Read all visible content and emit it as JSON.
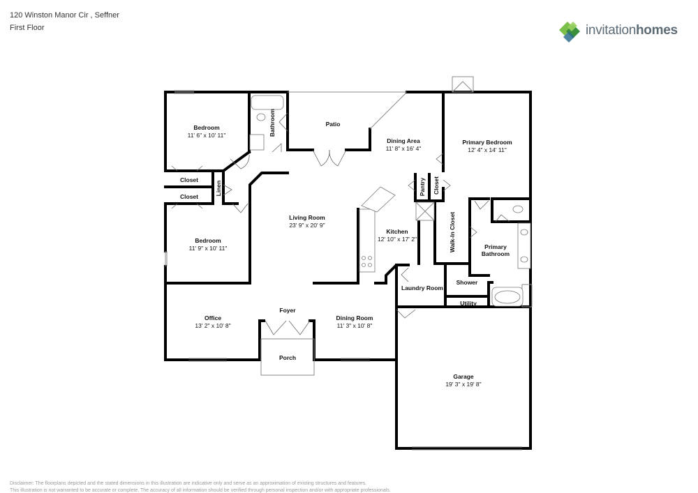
{
  "header": {
    "address": "120 Winston Manor Cir , Seffner",
    "floor": "First Floor"
  },
  "logo": {
    "brand_light": "invitation",
    "brand_bold": "homes",
    "text_color": "#5d6b75",
    "accent_colors": [
      "#3a8f3c",
      "#7cc04b",
      "#2f6e8c"
    ]
  },
  "rooms": {
    "bedroom1": {
      "name": "Bedroom",
      "dims": "11' 6\" x 10' 11\""
    },
    "bathroom": {
      "name": "Bathroom"
    },
    "patio": {
      "name": "Patio"
    },
    "dining_area": {
      "name": "Dining Area",
      "dims": "11' 8\" x 16' 4\""
    },
    "primary_bedroom": {
      "name": "Primary Bedroom",
      "dims": "12' 4\" x 14' 11\""
    },
    "closet1": {
      "name": "Closet"
    },
    "linen": {
      "name": "Linen"
    },
    "closet2": {
      "name": "Closet"
    },
    "pantry": {
      "name": "Pantry"
    },
    "closet3": {
      "name": "Closet"
    },
    "living_room": {
      "name": "Living Room",
      "dims": "23' 9\" x 20' 9\""
    },
    "kitchen": {
      "name": "Kitchen",
      "dims": "12' 10\" x 17' 2\""
    },
    "walk_in_closet": {
      "name": "Walk-In Closet"
    },
    "primary_bathroom": {
      "name1": "Primary",
      "name2": "Bathroom"
    },
    "bedroom2": {
      "name": "Bedroom",
      "dims": "11' 9\" x 10' 11\""
    },
    "laundry": {
      "name": "Laundry Room"
    },
    "shower": {
      "name": "Shower"
    },
    "utility": {
      "name": "Utility"
    },
    "foyer": {
      "name": "Foyer"
    },
    "office": {
      "name": "Office",
      "dims": "13' 2\" x 10' 8\""
    },
    "dining_room": {
      "name": "Dining Room",
      "dims": "11' 3\" x 10' 8\""
    },
    "porch": {
      "name": "Porch"
    },
    "garage": {
      "name": "Garage",
      "dims": "19' 3\" x 19' 8\""
    }
  },
  "disclaimer": {
    "line1": "Disclaimer: The floorplans depicted and the stated dimensions in this illustration are indicative only and serve as an approximation of existing structures and features.",
    "line2": "This illustration is not warranted to be accurate or complete. The accuracy of all information should be verified through personal inspection and/or with appropriate professionals."
  }
}
